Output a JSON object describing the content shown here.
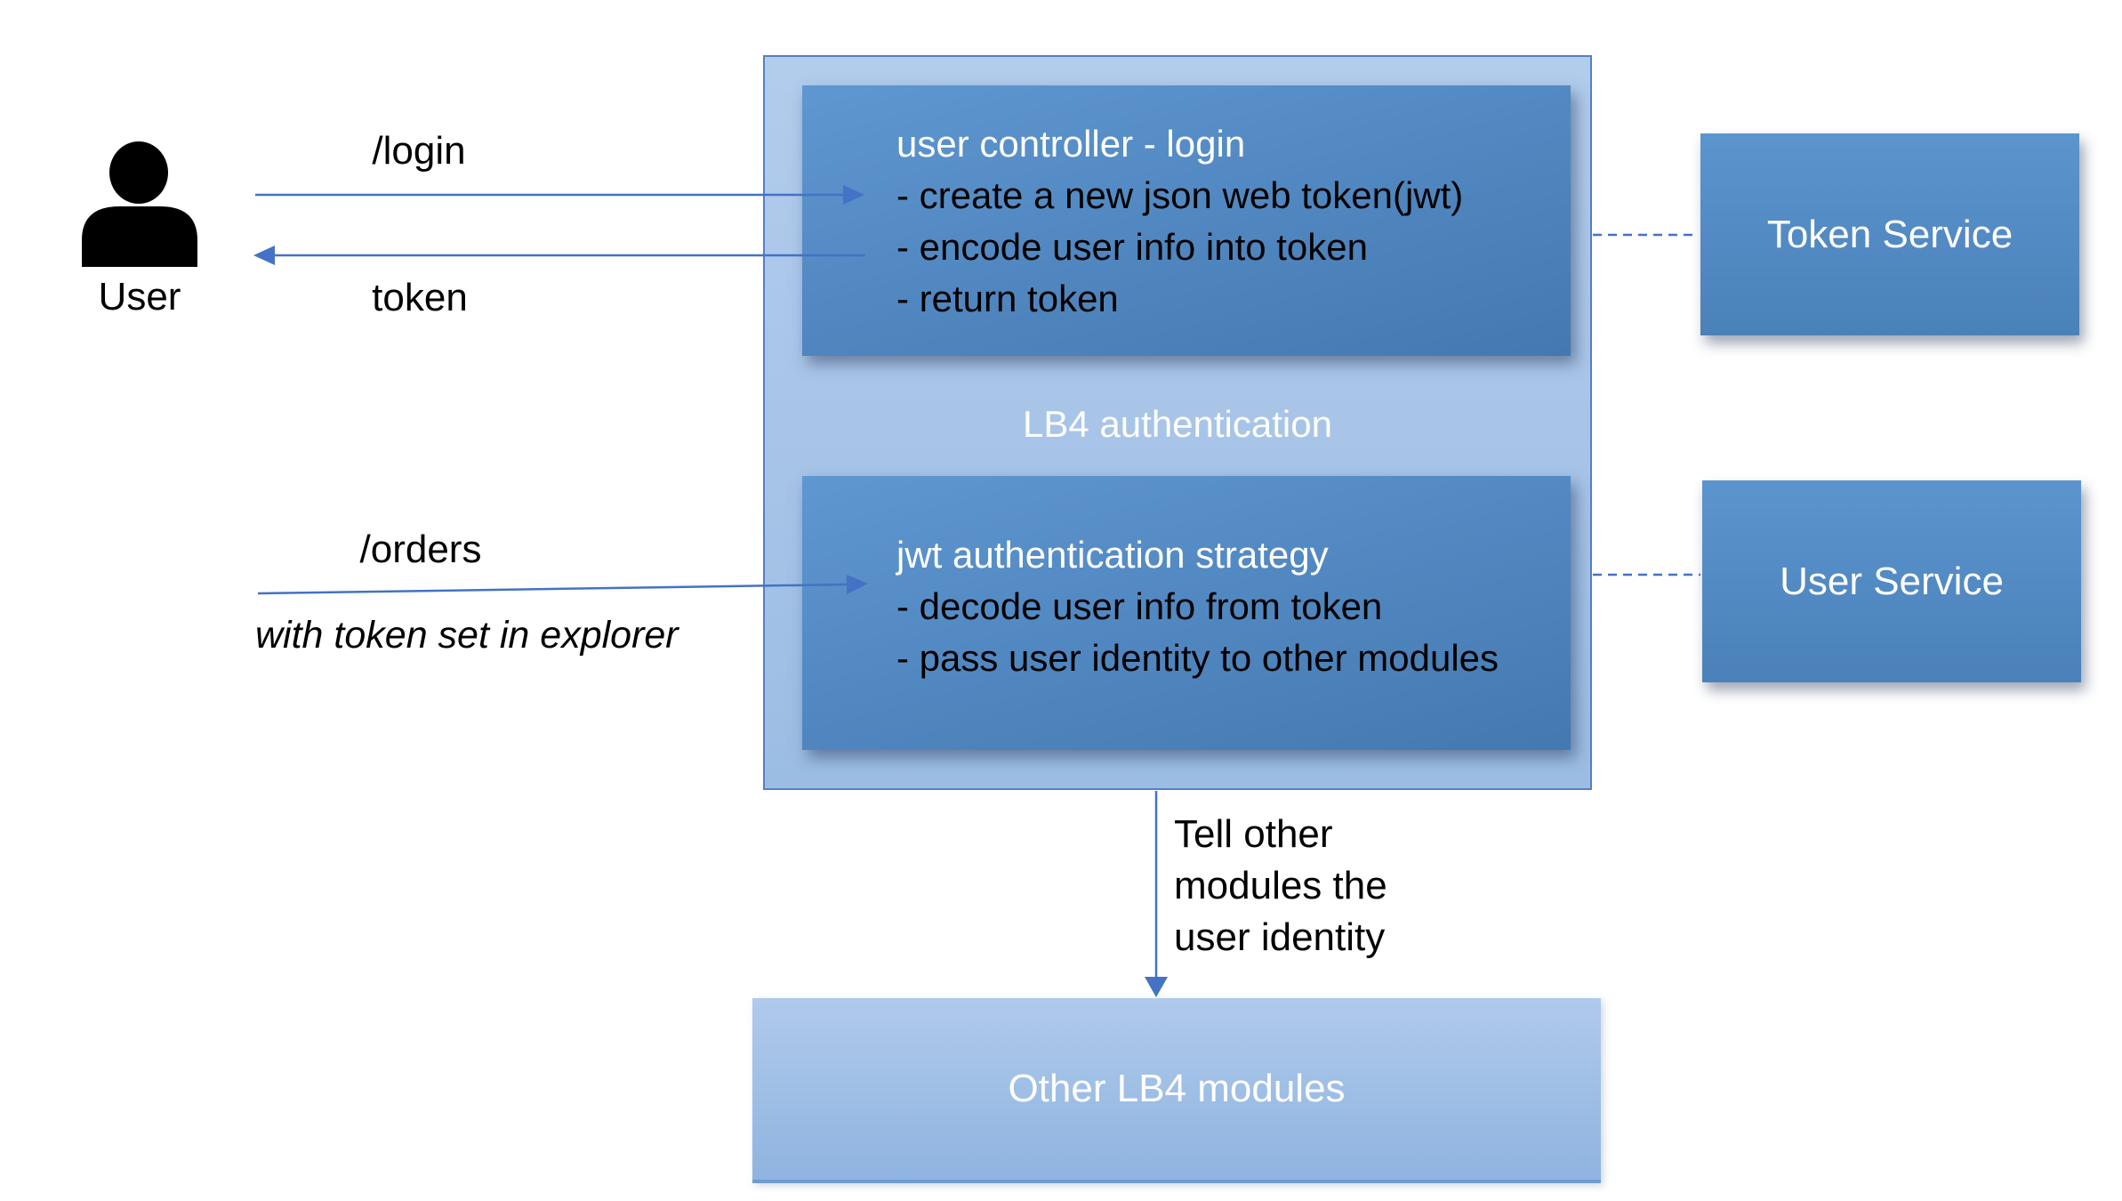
{
  "user": {
    "label": "User"
  },
  "flows": {
    "login": {
      "label": "/login"
    },
    "token": {
      "label": "token"
    },
    "orders": {
      "label": "/orders",
      "note": "with token set in explorer"
    },
    "tell_other": {
      "label": "Tell other\nmodules the\nuser identity"
    }
  },
  "lb4": {
    "label": "LB4 authentication",
    "user_controller": {
      "title": "user controller - login",
      "bullets": [
        "- create a new json web token(jwt)",
        "- encode user info into token",
        "- return token"
      ]
    },
    "jwt_strategy": {
      "title": "jwt authentication strategy",
      "bullets": [
        "- decode user info from token",
        "- pass user identity to other modules"
      ]
    }
  },
  "services": {
    "token": {
      "label": "Token Service"
    },
    "user": {
      "label": "User Service"
    }
  },
  "other_modules": {
    "label": "Other LB4 modules"
  },
  "icons": {
    "user": "person-silhouette-icon"
  },
  "colors": {
    "connector_blue": "#4472c4",
    "outer_box_fill_top": "#b2ccec",
    "outer_box_fill_bottom": "#9cbde3",
    "outer_box_border": "#5480c2",
    "inner_box_fill_top": "#5f97d1",
    "inner_box_fill_bottom": "#4478b0",
    "service_box_fill_top": "#5c94ce",
    "service_box_fill_bottom": "#4a81b9",
    "bottom_box_fill_top": "#b0caec",
    "bottom_box_fill_bottom": "#8fb4df",
    "bottom_box_border": "#6f9cd4",
    "title_text": "#ffffff",
    "body_text": "#000000"
  }
}
